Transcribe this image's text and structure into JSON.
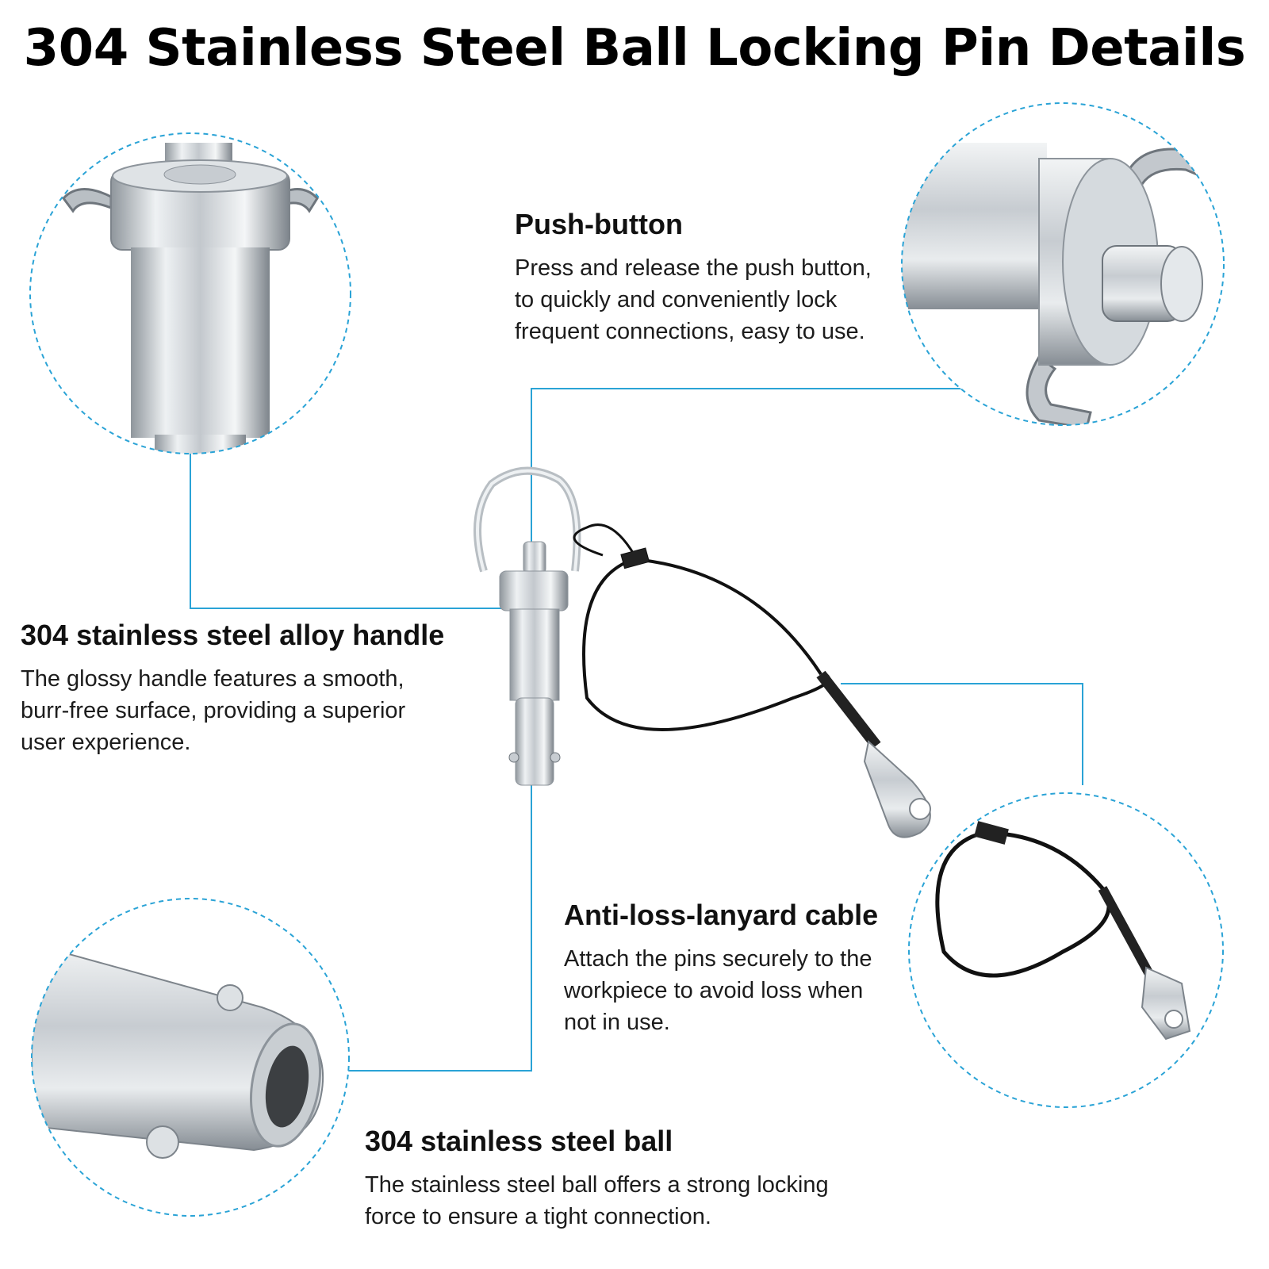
{
  "title": "304 Stainless Steel Ball Locking Pin Details",
  "callouts": {
    "push_button": {
      "heading": "Push-button",
      "lines": [
        "Press and release the push button,",
        "to quickly and conveniently lock",
        "frequent connections, easy to use."
      ]
    },
    "handle": {
      "heading": "304 stainless steel alloy handle",
      "lines": [
        "The glossy handle features a smooth,",
        "burr-free surface, providing a superior",
        "user experience."
      ]
    },
    "lanyard": {
      "heading": "Anti-loss-lanyard cable",
      "lines": [
        "Attach the pins securely to the",
        "workpiece to avoid loss when",
        "not in use."
      ]
    },
    "ball": {
      "heading": "304 stainless steel ball",
      "lines": [
        "The stainless steel ball offers a strong locking",
        "force to ensure a tight connection."
      ]
    }
  },
  "colors": {
    "accent": "#2aa3d6",
    "steel_light": "#e6e9ec",
    "steel_dark": "#8d949b",
    "cable": "#111111"
  }
}
